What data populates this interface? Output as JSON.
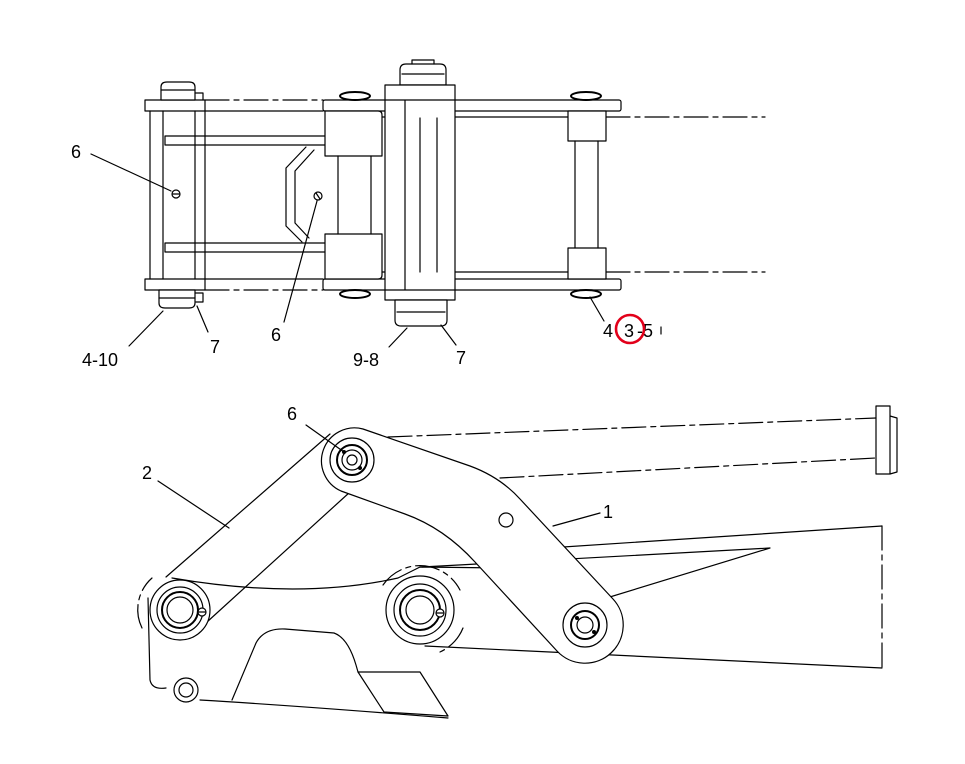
{
  "diagram": {
    "top_view": {
      "callouts": [
        "6",
        "6",
        "4-10",
        "7",
        "9-8",
        "7"
      ],
      "selected_callout": {
        "before": "4",
        "circled": "3",
        "after": "-5"
      }
    },
    "side_view": {
      "callouts": [
        "6",
        "2",
        "1"
      ]
    }
  },
  "colors": {
    "line": "#000000",
    "background": "#ffffff",
    "highlight": "#e2001a"
  }
}
